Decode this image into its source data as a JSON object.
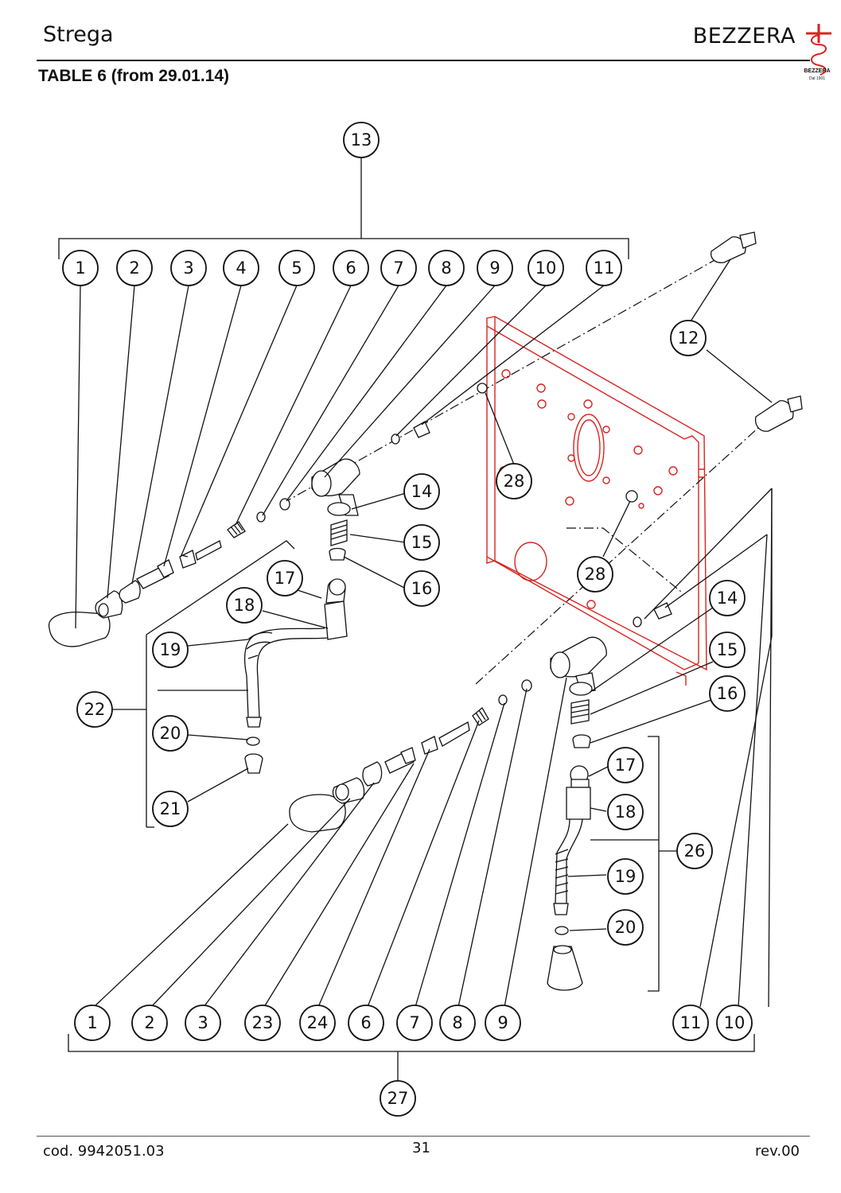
{
  "header": {
    "model": "Strega",
    "brand": "BEZZERA",
    "logo_caption": "BEZZERA",
    "logo_since": "Dal 1901",
    "table_title": "TABLE 6 (from 29.01.14)"
  },
  "footer": {
    "code": "cod. 9942051.03",
    "page": "31",
    "revision": "rev.00"
  },
  "callouts": {
    "c1a": "1",
    "c2a": "2",
    "c3a": "3",
    "c4a": "4",
    "c5a": "5",
    "c6a": "6",
    "c7a": "7",
    "c8a": "8",
    "c9a": "9",
    "c10a": "10",
    "c11a": "11",
    "c12": "12",
    "c13": "13",
    "c14a": "14",
    "c15a": "15",
    "c16a": "16",
    "c17a": "17",
    "c18a": "18",
    "c19a": "19",
    "c20a": "20",
    "c21": "21",
    "c22": "22",
    "c28a": "28",
    "c28b": "28",
    "c14b": "14",
    "c15b": "15",
    "c16b": "16",
    "c17b": "17",
    "c18b": "18",
    "c19b": "19",
    "c20b": "20",
    "c26": "26",
    "c1b": "1",
    "c2b": "2",
    "c3b": "3",
    "c23": "23",
    "c24": "24",
    "c6b": "6",
    "c7b": "7",
    "c8b": "8",
    "c9b": "9",
    "c11b": "11",
    "c10b": "10",
    "c27": "27"
  }
}
